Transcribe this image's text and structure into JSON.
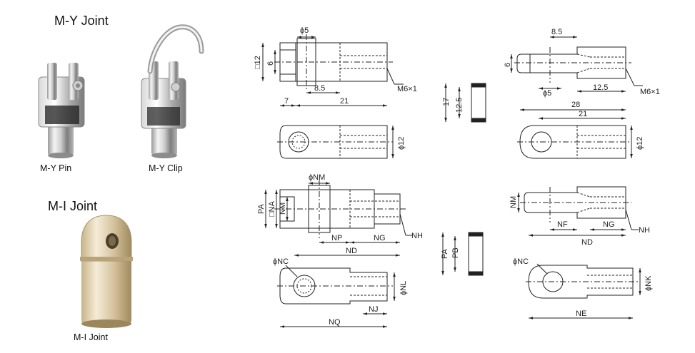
{
  "left_panel": {
    "my_title": "M-Y Joint",
    "my_pin_caption": "M-Y Pin",
    "my_clip_caption": "M-Y Clip",
    "mi_title": "M-I Joint",
    "mi_caption": "M-I Joint"
  },
  "my_drawing": {
    "dim_pin_dia": "ϕ5",
    "dim_width": "□12",
    "dim_slot": "6",
    "dim_pin_pos": "8.5",
    "dim_thread": "M6×1",
    "dim_front": "7",
    "dim_length": "21",
    "dim_dia12": "ϕ12"
  },
  "pin_drawing": {
    "dim_17": "17",
    "dim_12_5": "12.5"
  },
  "mi_drawing": {
    "dim_8_5": "8.5",
    "dim_6": "6",
    "dim_pin_dia": "ϕ5",
    "dim_12_5": "12.5",
    "dim_thread": "M6×1",
    "dim_28": "28",
    "dim_21": "21",
    "dim_dia12": "ϕ12"
  },
  "gen_y_drawing": {
    "nm": "ϕNM",
    "pa": "PA",
    "na": "□NA",
    "nm_side": "NM",
    "np": "NP",
    "ng": "NG",
    "nd": "ND",
    "nh": "NH",
    "nc": "ϕNC",
    "nl": "ϕNL",
    "nj": "NJ",
    "nq": "NQ"
  },
  "gen_pin_drawing": {
    "pa": "PA",
    "pb": "PB"
  },
  "gen_i_drawing": {
    "nm": "NM",
    "nf": "NF",
    "ng": "NG",
    "nh": "NH",
    "nd": "ND",
    "nc": "ϕNC",
    "nk": "ϕNK",
    "ne": "NE"
  }
}
